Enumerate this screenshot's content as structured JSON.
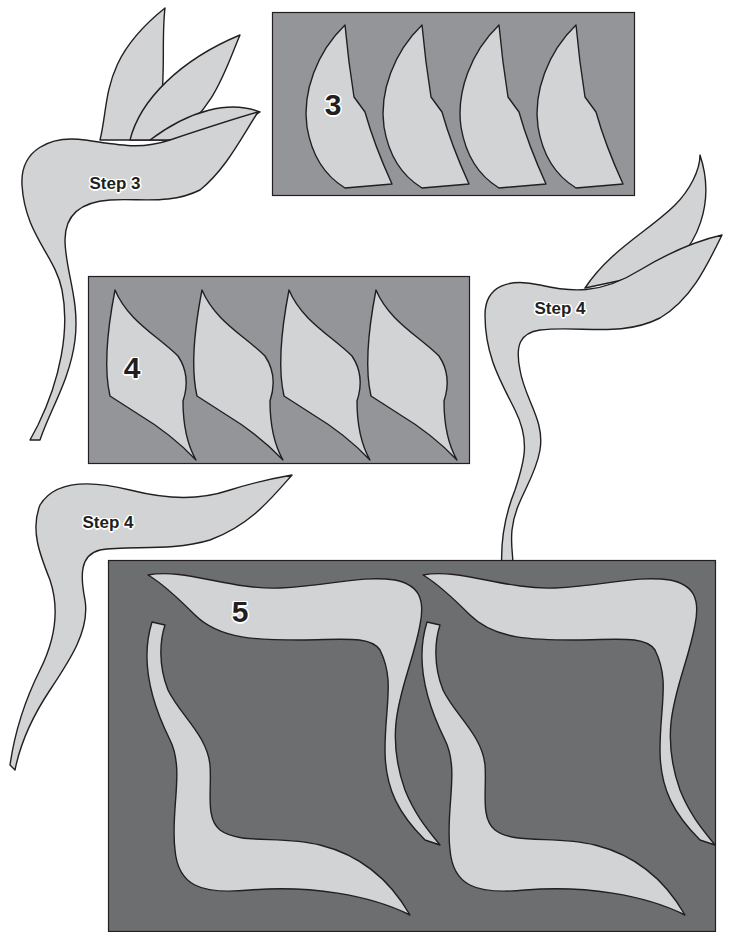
{
  "diagram": {
    "nodes": [
      {
        "text": [
          "3"
        ]
      },
      {
        "text": [
          "Step 3"
        ]
      },
      {
        "text": [
          "Step 4"
        ]
      },
      {
        "text": [
          "4"
        ]
      },
      {
        "text": [
          "Step 4"
        ]
      },
      {
        "text": [
          "5"
        ]
      }
    ]
  }
}
